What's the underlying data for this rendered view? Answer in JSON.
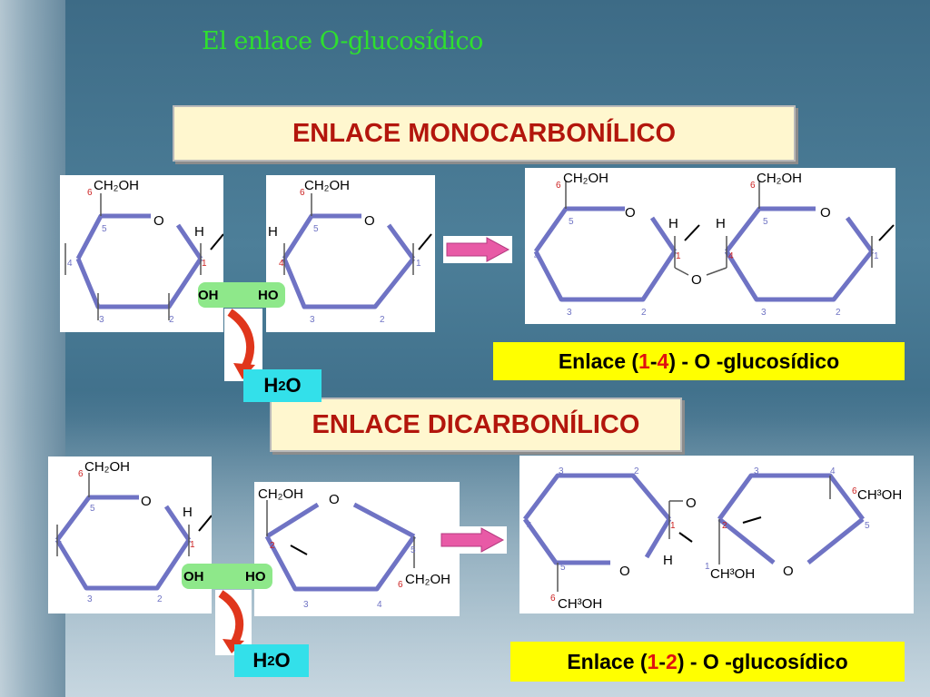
{
  "slide": {
    "title": "El enlace O-glucosídico",
    "monocarbonilico": {
      "heading": "ENLACE MONOCARBONÍLICO",
      "result_prefix": "Enlace (",
      "result_num1": "1",
      "result_dash": "-",
      "result_num2": "4",
      "result_suffix": ") - O -glucosídico",
      "water_main": "H",
      "water_sub": "2",
      "water_end": "O",
      "oh_left": "OH",
      "ho_right": "HO"
    },
    "dicarbonilico": {
      "heading": "ENLACE DICARBONÍLICO",
      "result_prefix": "Enlace (",
      "result_num1": "1",
      "result_dash": "-",
      "result_num2": "2",
      "result_suffix": ") - O -glucosídico",
      "water_main": "H",
      "water_sub": "2",
      "water_end": "O",
      "oh_left": "OH",
      "ho_right": "HO"
    }
  },
  "ring_labels": {
    "ch2oh": "CH₂OH",
    "ch2oh_flipped": "CH³OH",
    "o": "O",
    "h": "H",
    "c1": "1",
    "c2": "2",
    "c3": "3",
    "c4": "4",
    "c5": "5",
    "c6": "6"
  },
  "colors": {
    "title": "#2ee02e",
    "heading": "#b3160c",
    "bond": "#6f73c4",
    "highlight": "#e01010",
    "water_box": "#33e0ea",
    "result_box": "#ffff00",
    "banner": "#fff7cf"
  }
}
